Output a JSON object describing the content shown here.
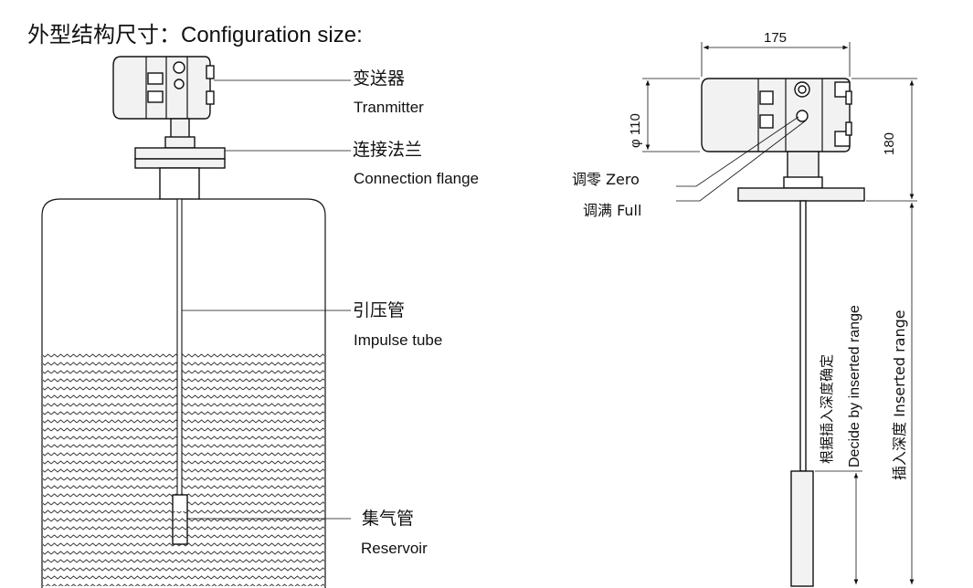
{
  "title": "外型结构尺寸：Configuration size:",
  "labels": {
    "transmitter_cn": "变送器",
    "transmitter_en": "Tranmitter",
    "flange_cn": "连接法兰",
    "flange_en": "Connection flange",
    "impulse_cn": "引压管",
    "impulse_en": "Impulse tube",
    "reservoir_cn": "集气管",
    "reservoir_en": "Reservoir",
    "zero": "调零 Zero",
    "full": "调满 Full"
  },
  "dimensions": {
    "width": "175",
    "diameter": "φ 110",
    "height": "180",
    "decide_cn": "根据插入深度确定",
    "decide_en": "Decide by inserted range",
    "inserted": "插入深度 Inserted range"
  }
}
